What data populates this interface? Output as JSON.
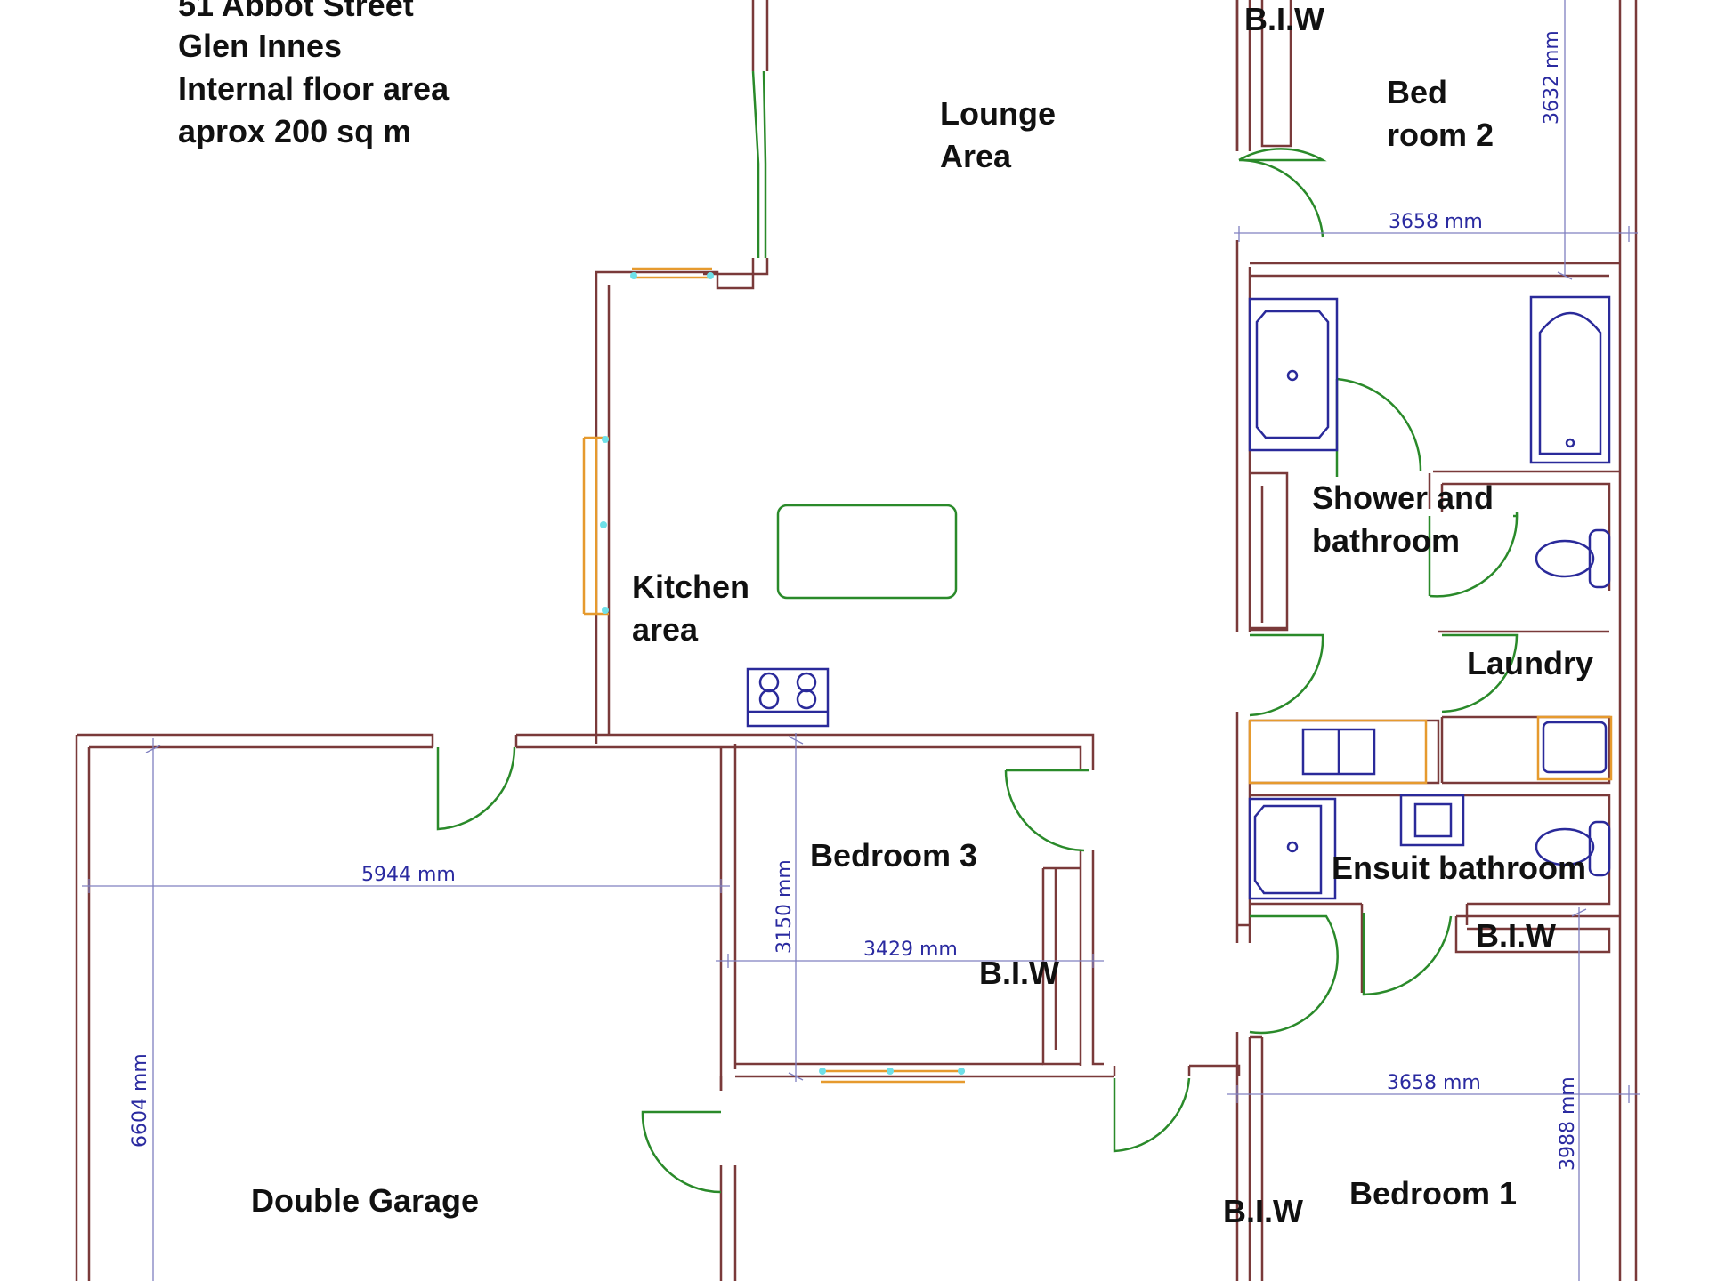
{
  "header": {
    "address_line1": "51 Abbot Street",
    "address_line2": "Glen Innes",
    "area_line1": "Internal floor area",
    "area_line2": "aprox 200 sq m"
  },
  "rooms": {
    "biw_bed2": "B.I.W",
    "bedroom2_line1": "Bed",
    "bedroom2_line2": "room 2",
    "lounge_line1": "Lounge",
    "lounge_line2": "Area",
    "kitchen_line1": "Kitchen",
    "kitchen_line2": "area",
    "shower_line1": "Shower and",
    "shower_line2": "bathroom",
    "laundry": "Laundry",
    "bedroom3": "Bedroom 3",
    "biw_bed3": "B.I.W",
    "ensuite": "Ensuit bathroom",
    "biw_ensuite": "B.I.W",
    "double_garage": "Double Garage",
    "biw_bed1": "B.I.W",
    "bedroom1": "Bedroom 1"
  },
  "dimensions": {
    "bed2_height": "3632 mm",
    "bed2_width": "3658 mm",
    "garage_width": "5944 mm",
    "garage_height": "6604 mm",
    "bed3_height": "3150 mm",
    "bed3_width": "3429 mm",
    "bed1_width": "3658 mm",
    "bed1_height": "3988 mm"
  },
  "colors": {
    "wall": "#7a3a3a",
    "door": "#2a8a2a",
    "window": "#e69a2e",
    "fixture": "#2a2a9a",
    "dimension_line": "#8080c0",
    "dimension_text": "#2a2aa0"
  }
}
